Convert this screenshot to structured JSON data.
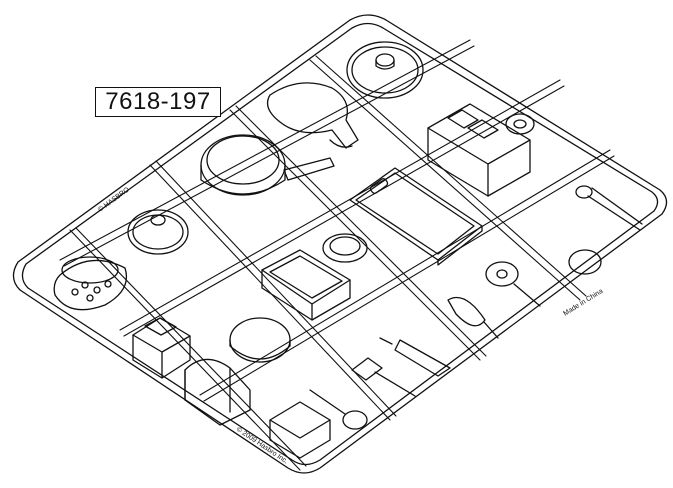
{
  "part_number": "7618-197",
  "sprue_texts": {
    "copyright_top": "© HASBRO",
    "made_in": "Made in China",
    "copyright_bottom": "© 2009 Hasbro Inc."
  },
  "parts": [
    "pot-lid-large",
    "pizza-peel",
    "frying-pan",
    "toaster-pan",
    "knife-block",
    "cutting-board",
    "ring",
    "baking-dish",
    "pot-lid-small",
    "colander",
    "tongs",
    "pizza-cutter",
    "whisk",
    "plate",
    "toaster",
    "bread-box",
    "spatula",
    "knife",
    "ladle",
    "slotted-spoon",
    "grater"
  ]
}
